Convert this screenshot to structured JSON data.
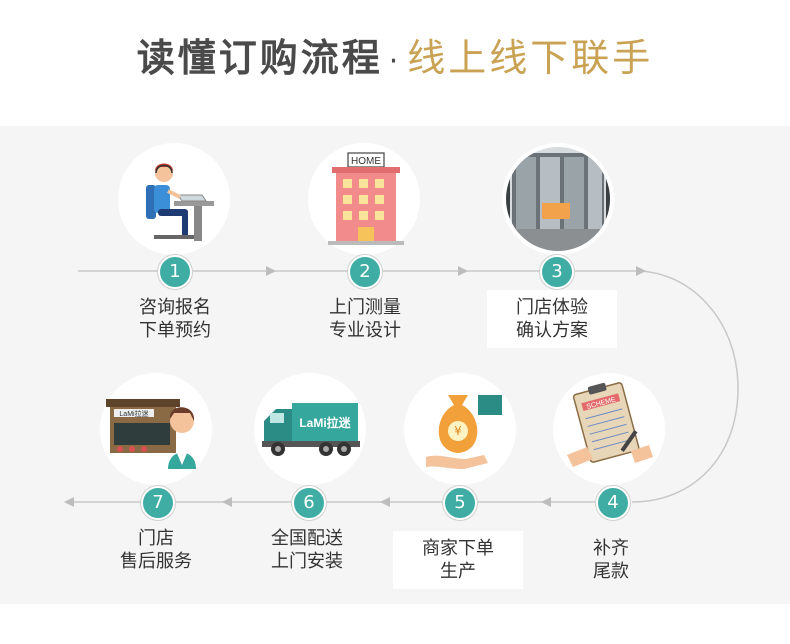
{
  "title": {
    "main": "读懂订购流程",
    "separator": "·",
    "sub": "线上线下联手"
  },
  "steps": [
    {
      "num": "1",
      "line1": "咨询报名",
      "line2": "下单预约",
      "icon": "customer-service-icon"
    },
    {
      "num": "2",
      "line1": "上门测量",
      "line2": "专业设计",
      "icon": "home-building-icon",
      "sign": "HOME"
    },
    {
      "num": "3",
      "line1": "门店体验",
      "line2": "确认方案",
      "icon": "room-photo-icon"
    },
    {
      "num": "4",
      "line1": "补齐",
      "line2": "尾款",
      "icon": "clipboard-scheme-icon",
      "sign": "SCHEME"
    },
    {
      "num": "5",
      "line1": "商家下单",
      "line2": "生产",
      "icon": "money-bag-icon"
    },
    {
      "num": "6",
      "line1": "全国配送",
      "line2": "上门安装",
      "icon": "delivery-truck-icon",
      "truck_text": "LaMi拉迷"
    },
    {
      "num": "7",
      "line1": "门店",
      "line2": "售后服务",
      "icon": "store-service-icon",
      "store_text": "LaMi拉迷"
    }
  ],
  "colors": {
    "accent": "#3fada4",
    "gold": "#c9a254",
    "title": "#4a4a4a",
    "line": "#c8c8c8"
  }
}
